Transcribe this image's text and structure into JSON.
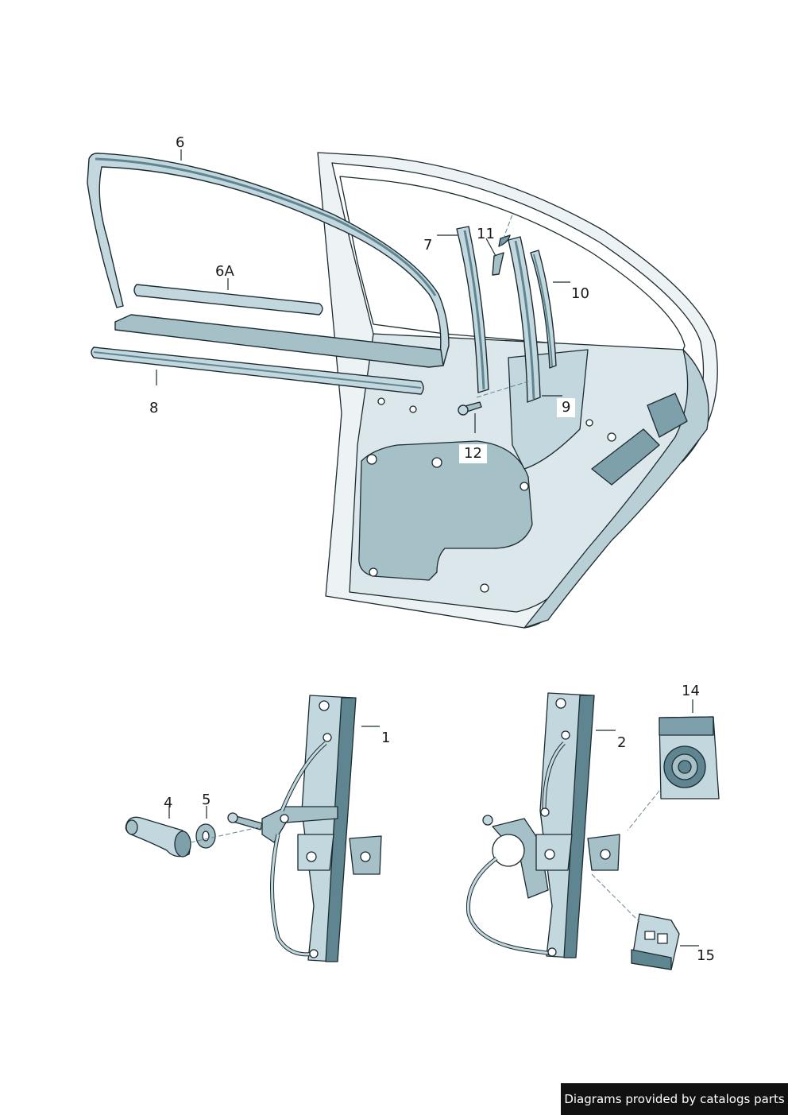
{
  "callouts": {
    "c1": "1",
    "c2": "2",
    "c4": "4",
    "c5": "5",
    "c6": "6",
    "c6a": "6A",
    "c7": "7",
    "c8": "8",
    "c9": "9",
    "c10": "10",
    "c11": "11",
    "c12": "12",
    "c14": "14",
    "c15": "15"
  },
  "credit": "Diagrams provided by catalogs parts",
  "colors": {
    "part_fill": "#c3d8de",
    "part_dark": "#5f8591",
    "outline": "#1c2b30",
    "door_fill": "#edf3f5",
    "panel_fill": "#a6c0c8"
  }
}
